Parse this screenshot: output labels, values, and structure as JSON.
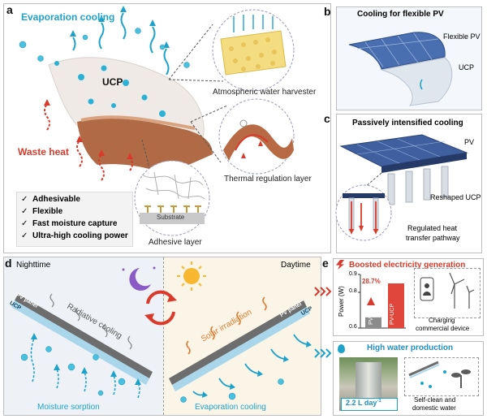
{
  "panel_a": {
    "label": "a",
    "evaporation_cooling": "Evaporation  cooling",
    "ucp": "UCP",
    "waste_heat": "Waste heat",
    "atmospheric_water_harvester": "Atmospheric water harvester",
    "thermal_regulation_layer": "Thermal regulation layer",
    "substrate": "Substrate",
    "adhesive_layer": "Adhesive layer",
    "features": [
      "Adhesivable",
      "Flexible",
      "Fast moisture capture",
      "Ultra-high cooling power"
    ],
    "check_mark": "✓"
  },
  "panel_b": {
    "label": "b",
    "title": "Cooling for flexible PV",
    "flexible_pv": "Flexible PV",
    "ucp": "UCP"
  },
  "panel_c": {
    "label": "c",
    "title": "Passively intensified cooling",
    "pv": "PV",
    "reshaped_ucp": "Reshaped UCP",
    "regulated_heat": "Regulated heat",
    "transfer_pathway": "transfer pathway"
  },
  "panel_d": {
    "label": "d",
    "nighttime": "Nighttime",
    "daytime": "Daytime",
    "radiative_cooling": "Radiative cooling",
    "solar_irradiation": "Solar irradiation",
    "pv_panel": "PV panel",
    "ucp": "UCP",
    "moisture_sorption": "Moisture sorption",
    "evaporation_cooling": "Evaporation cooling"
  },
  "panel_e": {
    "label": "e",
    "boosted_title": "Boosted electricity generation",
    "water_title": "High water production",
    "charging_line1": "Charging",
    "charging_line2": "commercial device",
    "selfclean_line1": "Self-clean and",
    "selfclean_line2": "domestic water",
    "water_rate": "2.2 L day",
    "water_rate_sup": "-1"
  },
  "chart_data": {
    "type": "bar",
    "categories": [
      "PV",
      "PV-UCP"
    ],
    "values": [
      0.66,
      0.85
    ],
    "ylabel": "Power (W)",
    "ylim": [
      0.6,
      0.9
    ],
    "yticks": [
      "0.6",
      "0.8",
      "0.9"
    ],
    "annotation": "28.7%",
    "colors": [
      "#8c8c8c",
      "#e0473a"
    ]
  },
  "colors": {
    "evaporation": "#1fa2c9",
    "heat": "#d93a2b",
    "title_red": "#d63a2a",
    "title_blue": "#1f8fc4"
  }
}
